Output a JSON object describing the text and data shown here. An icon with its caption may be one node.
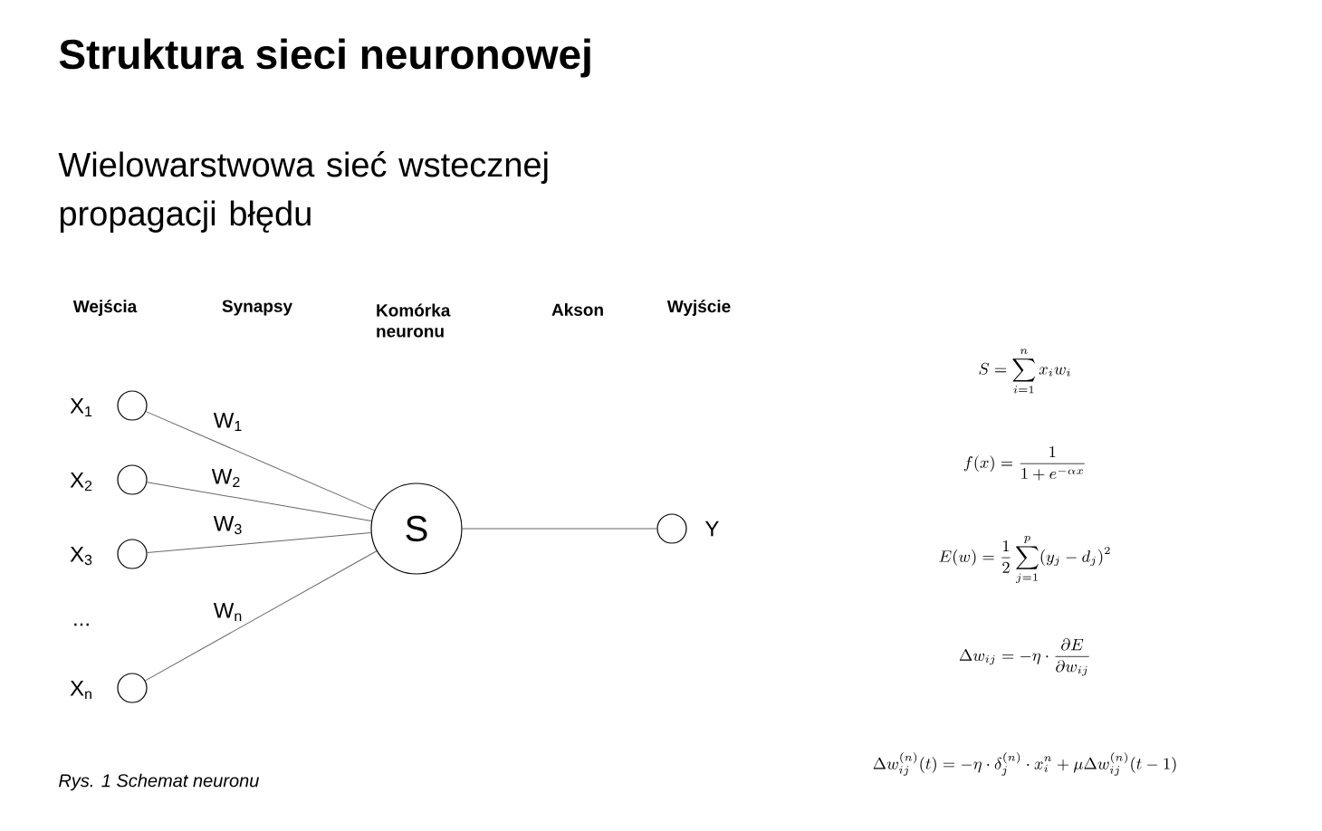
{
  "diagram": {
    "title": "Struktura sieci neuronowej",
    "caption": "Rys. 1 Schemat neuronu",
    "nodes": [
      {
        "text": [],
        "shape": "circle",
        "beside": [
          "X$_{1}$"
        ]
      },
      {
        "text": [],
        "shape": "circle",
        "beside": [
          "X$_{2}$"
        ]
      },
      {
        "text": [],
        "shape": "circle",
        "beside": [
          "X$_{3}$"
        ]
      },
      {
        "text": [],
        "shape": "circle",
        "beside": [
          "X$_{n}$"
        ]
      },
      {
        "text": [
          "S"
        ]
      },
      {
        "text": [],
        "shape": "circle",
        "beside": [
          "Y"
        ]
      }
    ],
    "edges": [
      {
        "from": 0,
        "to": 4,
        "arrow": "none",
        "label": "W$_{1}$"
      },
      {
        "from": 1,
        "to": 4,
        "arrow": "none",
        "label": "W$_{2}$"
      },
      {
        "from": 2,
        "to": 4,
        "arrow": "none",
        "label": "W$_{3}$"
      },
      {
        "from": 3,
        "to": 4,
        "arrow": "none",
        "label": "W$_{n}$"
      },
      {
        "from": 4,
        "to": 5,
        "arrow": "none"
      }
    ],
    "labels": [
      "Wielowarstwowa sieć wstecznej propagacji błędu",
      "Wejścia",
      "Synapsy",
      "Komórka neuronu",
      "Akson",
      "Wyjście",
      "...",
      "S=\\sum_{i=1}^{n} x_i w_i",
      "f(x)=\\frac{1}{1+e^{-\\alpha x}}",
      "E(w)=\\frac{1}{2}\\sum_{j=1}^{p}(y_j-d_j)^2",
      "\\Delta w_{ij}=-\\eta\\cdot\\frac{\\partial E}{\\partial w_{ij}}",
      "\\Delta w_{ij}^{(n)}(t)=-\\eta\\cdot\\delta_j^{(n)}\\cdot x_i^n+\\mu\\Delta w_{ij}^{(n)}(t-1)"
    ]
  }
}
